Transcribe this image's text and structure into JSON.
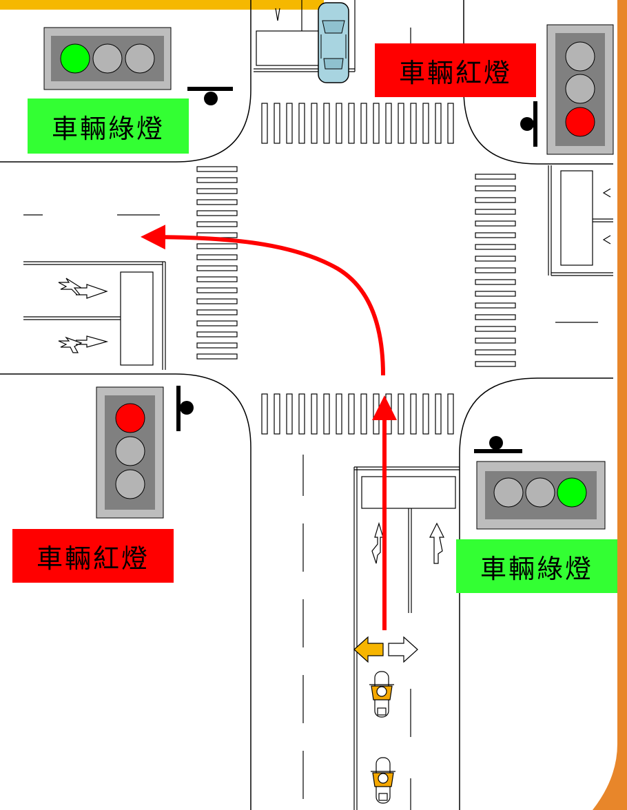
{
  "labels": {
    "top_left": "車輛綠燈",
    "top_right": "車輛紅燈",
    "bottom_left": "車輛紅燈",
    "bottom_right": "車輛綠燈"
  },
  "signals": {
    "top_left": {
      "orientation": "horizontal",
      "lit": "green"
    },
    "top_right": {
      "orientation": "vertical",
      "lit": "red"
    },
    "bottom_left": {
      "orientation": "vertical",
      "lit": "red"
    },
    "bottom_right": {
      "orientation": "horizontal",
      "lit": "green"
    }
  },
  "colors": {
    "green_light": "#00ff00",
    "red_light": "#ff0000",
    "off_light": "#b4b4b4",
    "route_arrow": "#ff0000",
    "left_turn_indicator": "#f7b500",
    "border_accent": "#e8862a",
    "car": "#a8d4e0"
  },
  "route": "left-turn"
}
